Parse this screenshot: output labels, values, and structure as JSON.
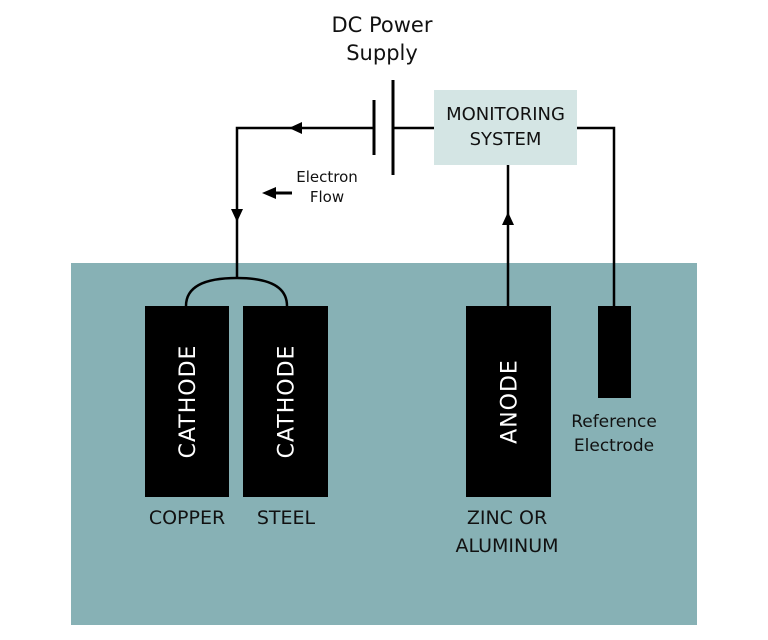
{
  "power_supply": {
    "title_line1": "DC Power",
    "title_line2": "Supply"
  },
  "monitoring": {
    "line1": "MONITORING",
    "line2": "SYSTEM"
  },
  "electron_flow": {
    "line1": "Electron",
    "line2": "Flow"
  },
  "electrodes": {
    "cathode_copper": {
      "text": "CATHODE",
      "label": "COPPER"
    },
    "cathode_steel": {
      "text": "CATHODE",
      "label": "STEEL"
    },
    "anode": {
      "text": "ANODE",
      "label_line1": "ZINC OR",
      "label_line2": "ALUMINUM"
    },
    "reference": {
      "label_line1": "Reference",
      "label_line2": "Electrode"
    }
  },
  "colors": {
    "electrolyte": "#87B1B5",
    "monitoring_box": "#D4E5E4",
    "electrode": "#000000",
    "wire": "#000000"
  }
}
